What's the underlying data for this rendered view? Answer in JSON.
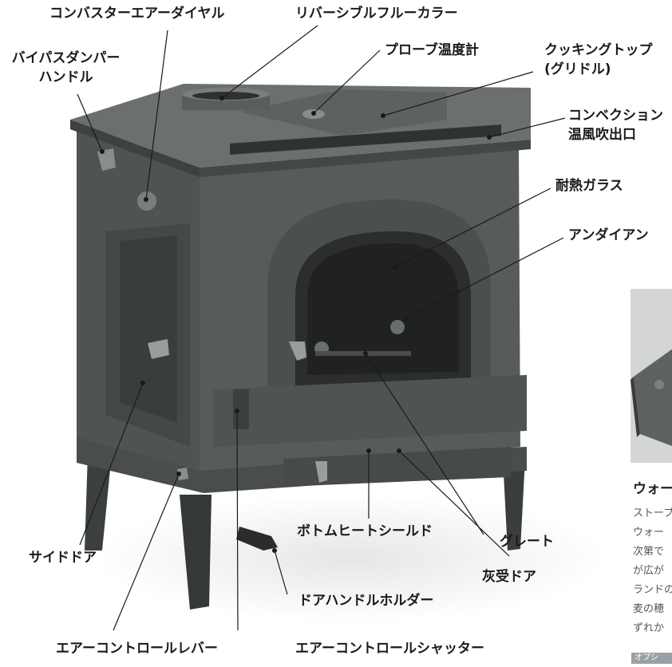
{
  "labels": {
    "combustor_air_dial": "コンバスターエアーダイヤル",
    "reversible_flue_collar": "リバーシブルフルーカラー",
    "bypass_damper_handle_1": "バイパスダンパー",
    "bypass_damper_handle_2": "ハンドル",
    "probe_thermometer": "プローブ温度計",
    "cooking_top_1": "クッキングトップ",
    "cooking_top_2": "(グリドル)",
    "convection_outlet_1": "コンベクション",
    "convection_outlet_2": "温風吹出口",
    "heat_resistant_glass": "耐熱ガラス",
    "andiron": "アンダイアン",
    "side_door": "サイドドア",
    "bottom_heat_shield": "ボトムヒートシールド",
    "grate": "グレート",
    "door_handle_holder": "ドアハンドルホルダー",
    "ash_door": "灰受ドア",
    "air_control_lever": "エアーコントロールレバー",
    "air_control_shutter": "エアーコントロールシャッター"
  },
  "side_panel": {
    "title": "ウォー",
    "lines": [
      "ストーブ",
      "ウォー ",
      "次第で",
      "が広が",
      "ランドの",
      "麦の穂",
      "ずれか"
    ],
    "badge": "オプシ"
  }
}
